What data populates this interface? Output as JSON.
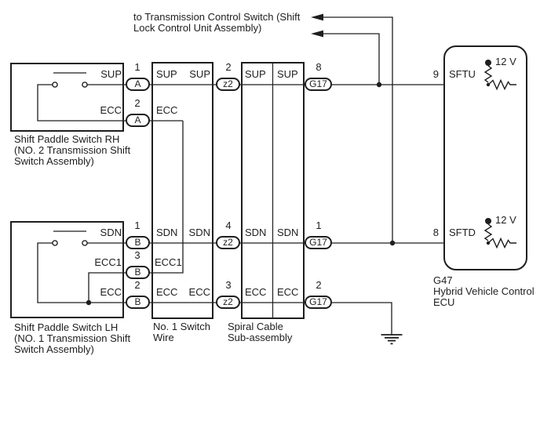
{
  "note": {
    "lines": [
      "to Transmission Control Switch (Shift",
      "Lock Control Unit Assembly)"
    ]
  },
  "switch_rh": {
    "caption": [
      "Shift Paddle Switch RH",
      "(NO. 2 Transmission Shift",
      "Switch Assembly)"
    ],
    "pins": [
      {
        "number": "1",
        "connector": "A",
        "signal": "SUP"
      },
      {
        "number": "2",
        "connector": "A",
        "signal": "ECC"
      }
    ]
  },
  "switch_lh": {
    "caption": [
      "Shift Paddle Switch LH",
      "(NO. 1 Transmission Shift",
      "Switch Assembly)"
    ],
    "pins": [
      {
        "number": "1",
        "connector": "B",
        "signal": "SDN"
      },
      {
        "number": "3",
        "connector": "B",
        "signal": "ECC1"
      },
      {
        "number": "2",
        "connector": "B",
        "signal": "ECC"
      }
    ]
  },
  "switch_wire": {
    "caption": [
      "No. 1 Switch",
      "Wire"
    ],
    "labels_left": [
      "SUP",
      "ECC",
      "SDN",
      "ECC1",
      "ECC"
    ],
    "labels_right": [
      "SUP",
      "SDN",
      "ECC"
    ],
    "pins": [
      {
        "number": "2",
        "connector": "z2"
      },
      {
        "number": "4",
        "connector": "z2"
      },
      {
        "number": "3",
        "connector": "z2"
      }
    ]
  },
  "spiral_cable": {
    "caption": [
      "Spiral Cable",
      "Sub-assembly"
    ],
    "labels_left": [
      "SUP",
      "SDN",
      "ECC"
    ],
    "labels_right": [
      "SUP",
      "SDN",
      "ECC"
    ],
    "pins": [
      {
        "number": "8",
        "connector": "G17"
      },
      {
        "number": "1",
        "connector": "G17"
      },
      {
        "number": "2",
        "connector": "G17"
      }
    ]
  },
  "ecu": {
    "caption": [
      "G47",
      "Hybrid Vehicle Control",
      "ECU"
    ],
    "terminals": [
      {
        "number": "9",
        "signal": "SFTU",
        "supply": "12 V"
      },
      {
        "number": "8",
        "signal": "SFTD",
        "supply": "12 V"
      }
    ]
  },
  "colors": {
    "line": "#1e1e1e",
    "background": "#ffffff"
  }
}
